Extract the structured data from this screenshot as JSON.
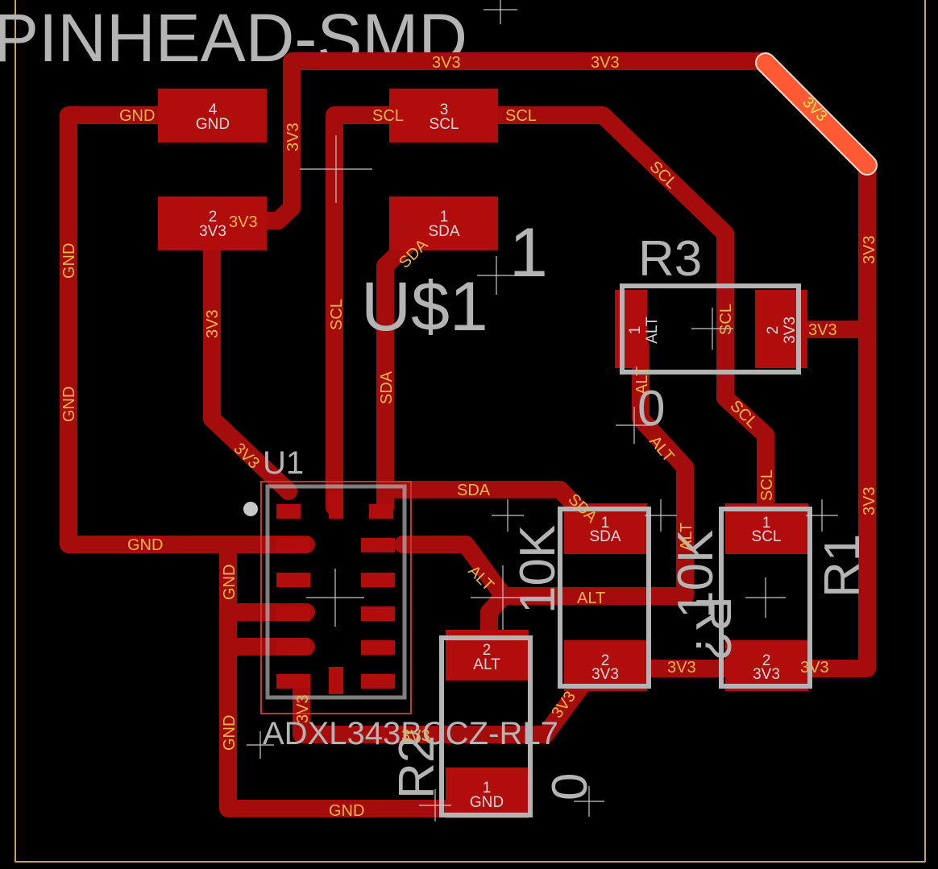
{
  "board": {
    "name": "PINHEAD-SMD"
  },
  "colors": {
    "background": "#000000",
    "trace": "#a50d0d",
    "pad": "#b20d0d",
    "highlight": "#ff5a33",
    "net_label": "#e8b64a",
    "silk": "#b4b4b4",
    "board_edge": "#c8a640"
  },
  "parts": {
    "header": {
      "name": "U$1",
      "value": "1"
    },
    "u1": {
      "name": "U1",
      "value": "ADXL343BCCZ-RL7"
    },
    "r1": {
      "name": "R1",
      "value": "10K"
    },
    "r2": {
      "name": "R2",
      "value": "0"
    },
    "r3": {
      "name": "R3",
      "value": "0"
    },
    "r_mid": {
      "name": "R?",
      "value": "10K"
    }
  },
  "pads": {
    "h4": {
      "num": "4",
      "net": "GND"
    },
    "h3": {
      "num": "3",
      "net": "SCL"
    },
    "h2": {
      "num": "2",
      "net": "3V3"
    },
    "h1": {
      "num": "1",
      "net": "SDA"
    },
    "r3_1": {
      "num": "1",
      "net": "ALT"
    },
    "r3_2": {
      "num": "2",
      "net": "3V3"
    },
    "rm_1": {
      "num": "1",
      "net": "SDA"
    },
    "rm_2": {
      "num": "2",
      "net": "3V3"
    },
    "r1_1": {
      "num": "1",
      "net": "SCL"
    },
    "r1_2": {
      "num": "2",
      "net": "3V3"
    },
    "r2_2": {
      "num": "2",
      "net": "ALT"
    },
    "r2_1": {
      "num": "1",
      "net": "GND"
    }
  },
  "nets": {
    "gnd": "GND",
    "v33": "3V3",
    "scl": "SCL",
    "sda": "SDA",
    "alt": "ALT"
  }
}
